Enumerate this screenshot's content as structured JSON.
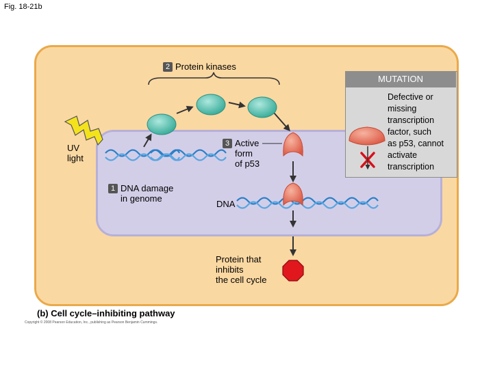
{
  "figure_label": "Fig. 18-21b",
  "step2": {
    "number": "2",
    "text": "Protein kinases"
  },
  "step3": {
    "number": "3",
    "line1": "Active",
    "line2": "form",
    "line3": "of p53"
  },
  "step1": {
    "number": "1",
    "line1": "DNA damage",
    "line2": "in genome"
  },
  "uv": {
    "line1": "UV",
    "line2": "light"
  },
  "dna_label": "DNA",
  "protein_label": {
    "line1": "Protein that",
    "line2": "inhibits",
    "line3": "the cell cycle"
  },
  "mutation": {
    "header": "MUTATION",
    "lines": [
      "Defective or",
      "missing",
      "transcription",
      "factor, such",
      "as p53, cannot",
      "activate",
      "transcription"
    ]
  },
  "caption": "(b) Cell cycle–inhibiting pathway",
  "copyright": "Copyright © 2008 Pearson Education, Inc., publishing as Pearson Benjamin Cummings.",
  "colors": {
    "cytoplasm": "#fad8a2",
    "nucleus": "#d3cee8",
    "kinase": "#5fc7b5",
    "p53": "#ec7b63",
    "dna": "#2a80c8",
    "stop": "#e0181e",
    "uv_bolt": "#f4e31c"
  },
  "icons": [
    "uv-lightning-icon",
    "protein-kinase-icon",
    "p53-protein-icon",
    "dna-helix-icon",
    "stop-sign-icon",
    "red-x-icon"
  ]
}
